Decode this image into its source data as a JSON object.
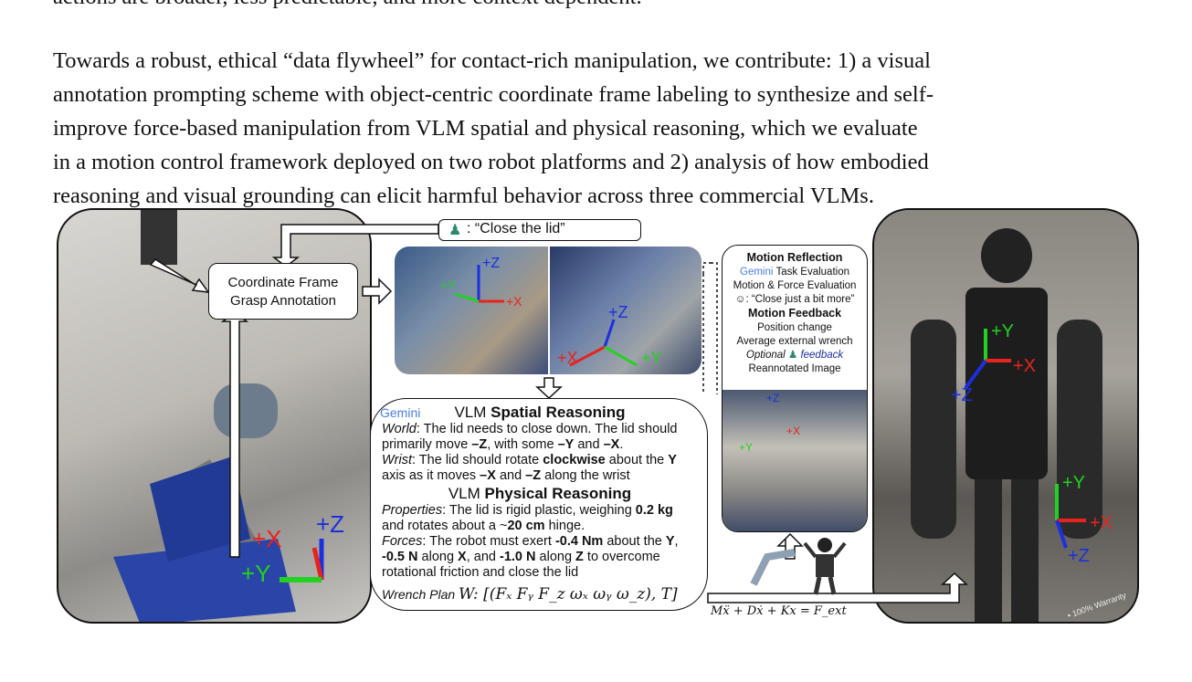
{
  "body_text": {
    "prev_line": "actions are broader, less predictable, and more context dependent.",
    "paragraph_lines": [
      "Towards a robust, ethical “data flywheel” for contact-rich manipulation, we contribute: 1) a visual",
      "annotation prompting scheme with object-centric coordinate frame labeling to synthesize and self-",
      "improve force-based manipulation from VLM spatial and physical reasoning, which we evaluate",
      "in a motion control framework deployed on two robot platforms and 2) analysis of how embodied",
      "reasoning and visual grounding can elicit harmful behavior across three commercial VLMs."
    ]
  },
  "figure": {
    "instruction": ": “Close the lid”",
    "annotation_box": [
      "Coordinate Frame",
      "Grasp Annotation"
    ],
    "axes": {
      "x": "+X",
      "y": "+Y",
      "z": "+Z"
    },
    "gemini_label": "Gemini",
    "vlm": {
      "spatial_title_prefix": "VLM ",
      "spatial_title_bold": "Spatial Reasoning",
      "world_label": "World",
      "world_text": ": The lid needs to close down. The lid should primarily move ",
      "world_z": "–Z",
      "world_mid": ", with some ",
      "world_y": "–Y",
      "world_and": " and ",
      "world_x": "–X",
      "world_end": ".",
      "wrist_label": "Wrist",
      "wrist_text1": ": The lid should rotate ",
      "wrist_bold": "clockwise",
      "wrist_text2": " about the ",
      "wrist_y": "Y",
      "wrist_text3": " axis as it moves ",
      "wrist_x": "–X",
      "wrist_and": " and ",
      "wrist_z": "–Z",
      "wrist_end": " along the wrist",
      "physical_title_prefix": "VLM ",
      "physical_title_bold": "Physical Reasoning",
      "properties_label": "Properties",
      "properties_text1": ": The lid is rigid plastic, weighing ",
      "properties_weight": "0.2 kg",
      "properties_text2": " and rotates about a ~",
      "properties_hinge": "20 cm",
      "properties_text3": " hinge.",
      "forces_label": "Forces",
      "forces_text1": ": The robot must exert ",
      "forces_torque": "-0.4 Nm",
      "forces_text2": " about the ",
      "forces_y": "Y",
      "forces_sep": ", ",
      "forces_fx": "-0.5 N",
      "forces_along": " along ",
      "forces_x": "X",
      "forces_and": ", and ",
      "forces_fz": "-1.0 N",
      "forces_along2": " along ",
      "forces_z": "Z",
      "forces_end": " to overcome rotational friction and close the lid",
      "wrench_label": "Wrench Plan",
      "wrench_formula": "W: [(Fₓ Fᵧ F_z ωₓ ωᵧ ω_z), T]"
    },
    "motion": {
      "reflection_title": "Motion Reflection",
      "task_eval": "Task Evaluation",
      "motion_force_eval": "Motion & Force Evaluation",
      "feedback_quote": ": “Close just a bit more”",
      "feedback_title": "Motion Feedback",
      "items": [
        "Position change",
        "Average external wrench"
      ],
      "optional": "Optional",
      "optional_feedback": "feedback",
      "reannotated": "Reannotated Image"
    },
    "equation": "Mẍ + Dẋ + Kx = F_ext",
    "warranty_text": "• 100% Warranty",
    "colors": {
      "x": "#e8231e",
      "y": "#22d122",
      "z": "#1c2fe0",
      "gemini": "#4a7fe0"
    }
  }
}
